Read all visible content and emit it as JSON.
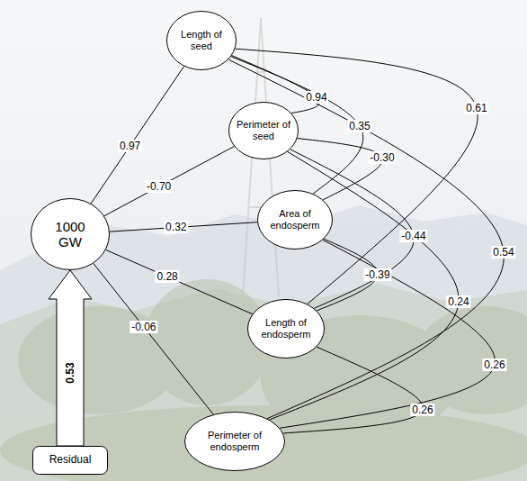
{
  "diagram": {
    "nodes": [
      {
        "text": [
          "Length of seed"
        ]
      },
      {
        "text": [
          "Perimeter of seed"
        ]
      },
      {
        "text": [
          "1000 GW"
        ]
      },
      {
        "text": [
          "Area of endosperm"
        ]
      },
      {
        "text": [
          "Length of endosperm"
        ]
      },
      {
        "text": [
          "Perimeter of endosperm"
        ]
      },
      {
        "text": [
          "Residual"
        ]
      }
    ],
    "edges": [
      {
        "from": 2,
        "to": 0,
        "label": "0.97",
        "arrow": "none"
      },
      {
        "from": 2,
        "to": 1,
        "label": "-0.70",
        "arrow": "none"
      },
      {
        "from": 2,
        "to": 3,
        "label": "0.32",
        "arrow": "none"
      },
      {
        "from": 2,
        "to": 4,
        "label": "0.28",
        "arrow": "none"
      },
      {
        "from": 2,
        "to": 5,
        "label": "-0.06",
        "arrow": "none"
      },
      {
        "from": 6,
        "to": 2,
        "label": "0.53",
        "arrow": "to"
      },
      {
        "from": 0,
        "to": 1,
        "label": "0.94",
        "arrow": "none"
      },
      {
        "from": 0,
        "to": 3,
        "label": "0.35",
        "arrow": "none"
      },
      {
        "from": 0,
        "to": 4,
        "label": "0.61",
        "arrow": "none"
      },
      {
        "from": 0,
        "to": 5,
        "label": "0.54",
        "arrow": "none"
      },
      {
        "from": 1,
        "to": 3,
        "label": "-0.30",
        "arrow": "none"
      },
      {
        "from": 1,
        "to": 4,
        "label": "-0.44",
        "arrow": "none"
      },
      {
        "from": 1,
        "to": 5,
        "label": "0.24",
        "arrow": "none"
      },
      {
        "from": 3,
        "to": 4,
        "label": "-0.39",
        "arrow": "none"
      },
      {
        "from": 3,
        "to": 5,
        "label": "0.26",
        "arrow": "none"
      },
      {
        "from": 4,
        "to": 5,
        "label": "0.26",
        "arrow": "none"
      }
    ]
  }
}
